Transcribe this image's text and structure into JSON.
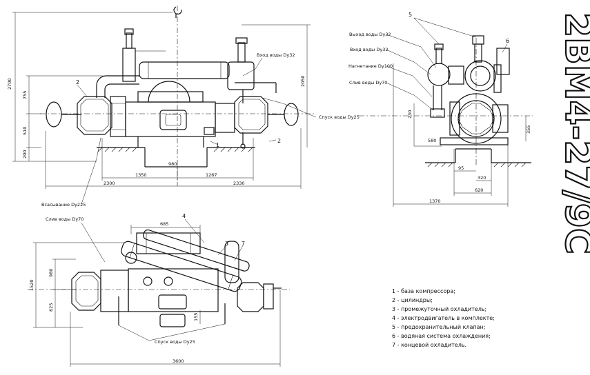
{
  "title": "2ВМ4-27/9С",
  "labels": {
    "water_in_dy32": "Вход воды Dy32",
    "water_drain_dy25": "Спуск воды Dy25",
    "suction_dy225": "Всасывание Dy225",
    "water_out_dy32": "Выход воды Dy32",
    "discharge_dy100": "Нагнетание Dy100",
    "water_drain_dy70": "Слив воды Dy70"
  },
  "dimensions": {
    "front": [
      "2700",
      "755",
      "510",
      "200",
      "2050",
      "980",
      "1350",
      "1267",
      "2300",
      "2330"
    ],
    "side": [
      "230",
      "580",
      "355",
      "95",
      "320",
      "620",
      "1370"
    ],
    "plan": [
      "685",
      "1520",
      "980",
      "625",
      "155",
      "3600"
    ]
  },
  "callouts": [
    "1",
    "2",
    "3",
    "4",
    "5",
    "6",
    "7"
  ],
  "legend": [
    "1 - база компрессора;",
    "2 - цилиндры;",
    "3 - промежуточный охладитель;",
    "4 - электродвигатель в комплекте;",
    "5 - предохранительный клапан;",
    "6 - водяная система охлаждения;",
    "7 - концевой охладитель."
  ]
}
